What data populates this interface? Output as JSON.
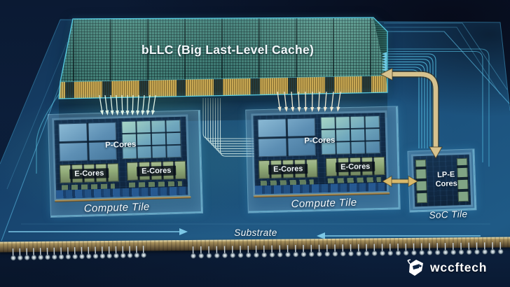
{
  "scene": {
    "cache": {
      "label": "bLLC (Big Last-Level Cache)"
    },
    "tiles": [
      {
        "label": "Compute Tile",
        "p_cores": "P-Cores",
        "e_cores": [
          "E-Cores",
          "E-Cores"
        ]
      },
      {
        "label": "Compute Tile",
        "p_cores": "P-Cores",
        "e_cores": [
          "E-Cores",
          "E-Cores"
        ]
      }
    ],
    "soc": {
      "label": "SoC Tile",
      "cores": "LP-E Cores"
    },
    "substrate": {
      "label": "Substrate"
    }
  },
  "watermark": {
    "brand": "wccftech"
  },
  "colors": {
    "cache_teal": "#47857b",
    "substrate_blue": "#1c527d",
    "gold_arrow": "#d6c28e",
    "trace_cyan": "#5fc8ea",
    "p_core_blue": "#5d8fb4",
    "e_core_green": "#93ad7a",
    "pad_gold": "#c9a852"
  }
}
